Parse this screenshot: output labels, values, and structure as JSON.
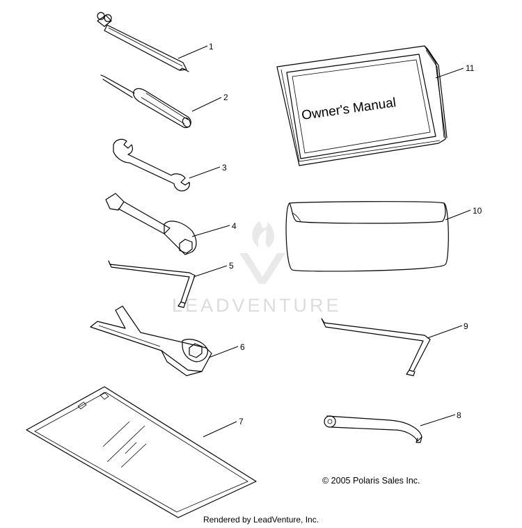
{
  "watermark": {
    "text": "LEADVENTURE"
  },
  "manual": {
    "cover_title": "Owner's Manual"
  },
  "callouts": [
    "1",
    "2",
    "3",
    "4",
    "5",
    "6",
    "7",
    "8",
    "9",
    "10",
    "11"
  ],
  "copyright": "© 2005 Polaris Sales Inc.",
  "footer": "Rendered by LeadVenture, Inc."
}
